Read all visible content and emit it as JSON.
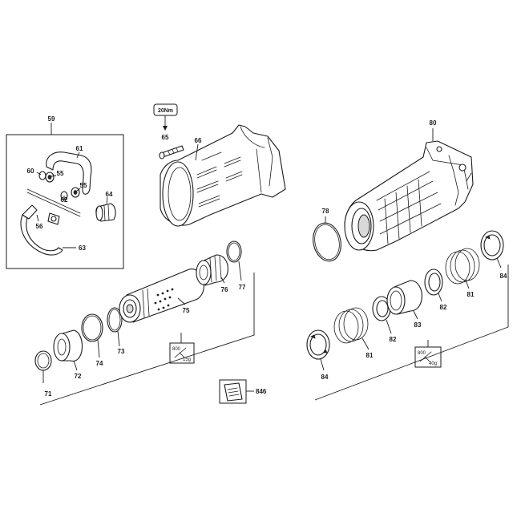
{
  "torque_label": "20Nm",
  "grease_left": {
    "top": "800",
    "bottom": "15g"
  },
  "grease_right": {
    "top": "800",
    "bottom": "40g"
  },
  "callouts": {
    "c59": "59",
    "c61": "61",
    "c60": "60",
    "c55a": "55",
    "c55b": "55",
    "c62": "62",
    "c64": "64",
    "c56": "56",
    "c63": "63",
    "c65": "65",
    "c66": "66",
    "c71": "71",
    "c72": "72",
    "c73": "73",
    "c74": "74",
    "c75": "75",
    "c76": "76",
    "c77": "77",
    "c80": "80",
    "c78": "78",
    "c84a": "84",
    "c81a": "81",
    "c82a": "82",
    "c83": "83",
    "c82b": "82",
    "c81b": "81",
    "c84b": "84",
    "c846": "846"
  }
}
